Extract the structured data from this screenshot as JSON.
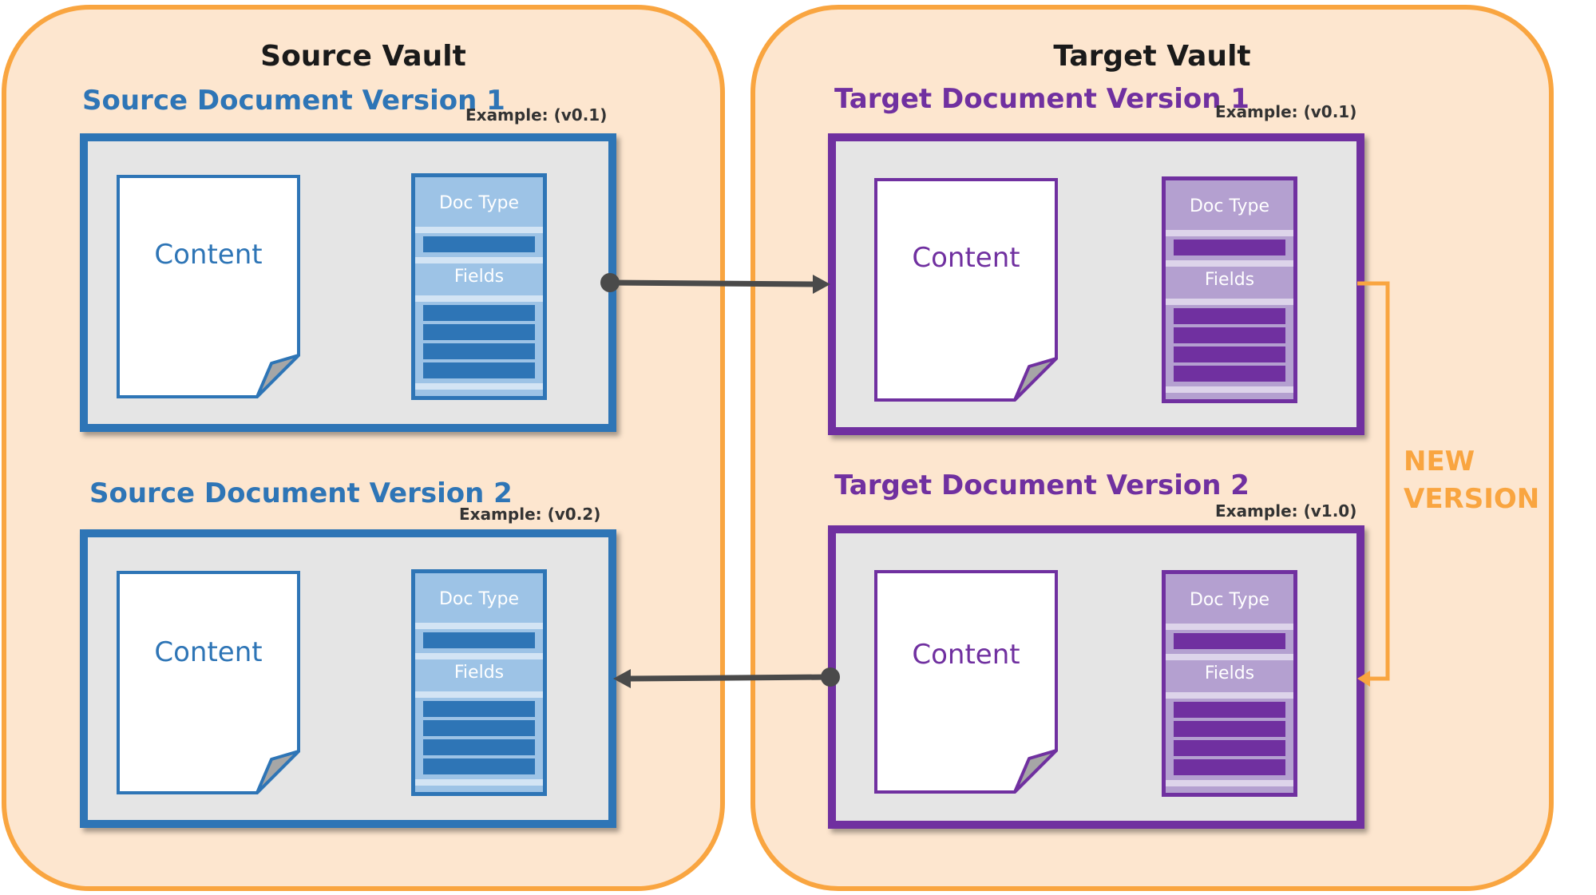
{
  "source_vault": {
    "title": "Source Vault",
    "documents": [
      {
        "title": "Source Document Version 1",
        "example": "Example: (v0.1)",
        "content_label": "Content",
        "doc_type_label": "Doc Type",
        "fields_label": "Fields"
      },
      {
        "title": "Source Document Version 2",
        "example": "Example: (v0.2)",
        "content_label": "Content",
        "doc_type_label": "Doc Type",
        "fields_label": "Fields"
      }
    ]
  },
  "target_vault": {
    "title": "Target Vault",
    "documents": [
      {
        "title": "Target Document Version 1",
        "example": "Example: (v0.1)",
        "content_label": "Content",
        "doc_type_label": "Doc Type",
        "fields_label": "Fields"
      },
      {
        "title": "Target Document Version 2",
        "example": "Example: (v1.0)",
        "content_label": "Content",
        "doc_type_label": "Doc Type",
        "fields_label": "Fields"
      }
    ]
  },
  "new_version_label": {
    "line1": "NEW",
    "line2": "VERSION"
  },
  "colors": {
    "vault_fill": "#fde6cf",
    "vault_border": "#f9a540",
    "source_accent": "#2e75b6",
    "source_light": "#9dc3e6",
    "target_accent": "#7030a0",
    "target_light": "#b4a0d0",
    "arrow": "#4a4a4a"
  }
}
